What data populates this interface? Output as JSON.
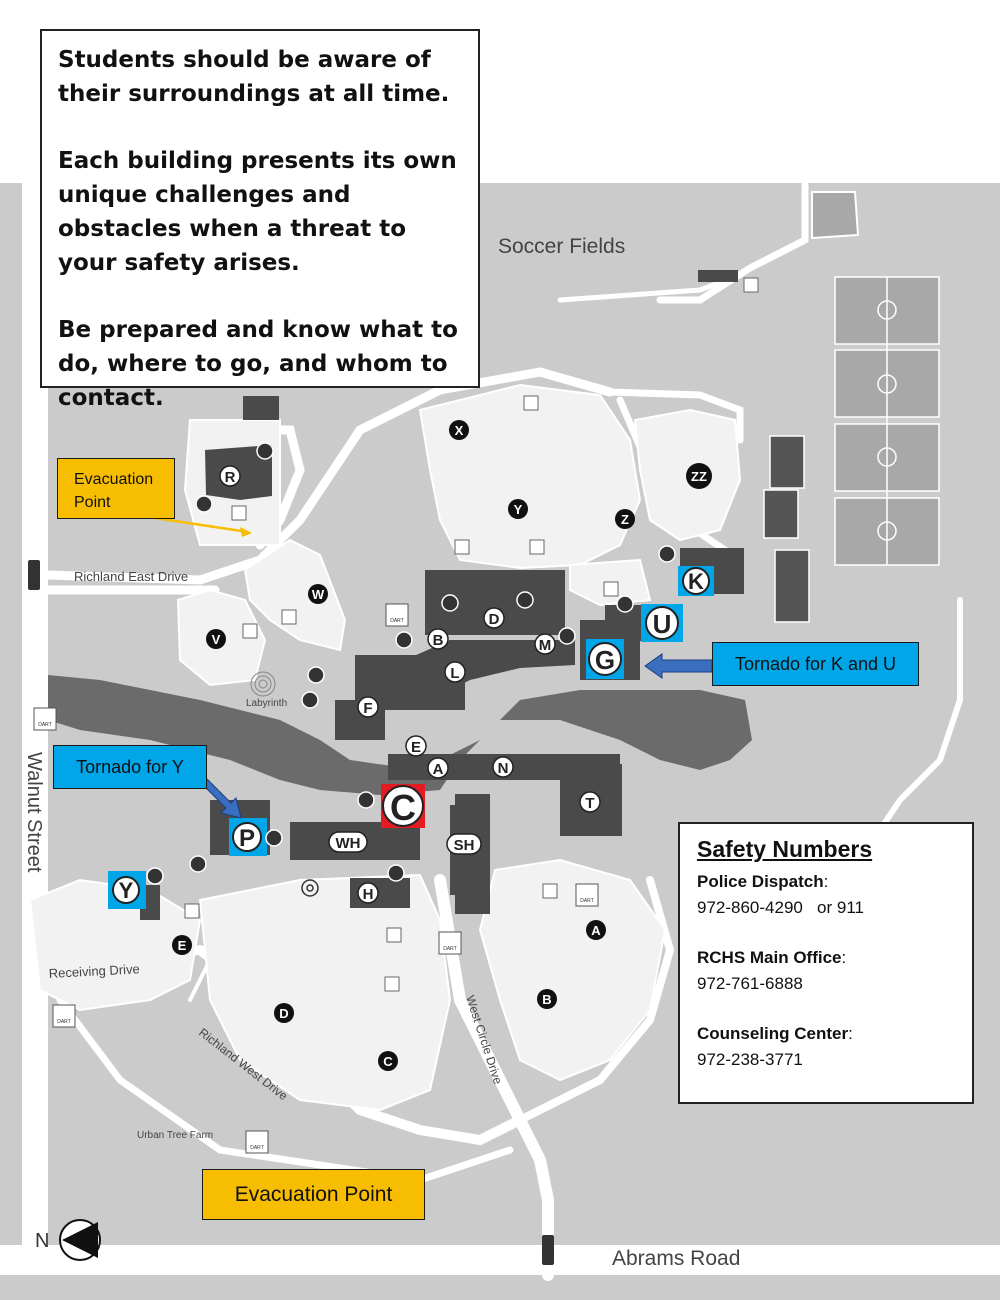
{
  "intro_box": {
    "paragraphs": [
      "Students should be aware of their surroundings at all time.",
      "Each building presents its own unique challenges and obstacles when a threat to your safety arises.",
      "Be prepared and know what to do, where to go, and whom to contact."
    ]
  },
  "callouts": {
    "evacuation_point_north": "Evacuation Point",
    "evacuation_point_south": "Evacuation Point",
    "tornado_k_u": "Tornado for K and U",
    "tornado_y": "Tornado for Y"
  },
  "safety_numbers": {
    "title": "Safety Numbers",
    "police_label": "Police Dispatch",
    "police_number": "972-860-4290   or 911",
    "office_label": "RCHS Main Office",
    "office_number": "972-761-6888",
    "counseling_label": "Counseling Center",
    "counseling_number": "972-238-3771"
  },
  "map_labels": {
    "soccer_fields": "Soccer Fields",
    "richland_east_drive": "Richland East Drive",
    "walnut_street": "Walnut Street",
    "receiving_drive": "Receiving Drive",
    "richland_west_drive": "Richland West Drive",
    "west_circle_drive": "West Circle Drive",
    "urban_tree_farm": "Urban Tree Farm",
    "abrams_road": "Abrams Road",
    "labyrinth": "Labyrinth",
    "dart": "DART",
    "north": "N"
  },
  "buildings": [
    "R",
    "B",
    "D",
    "M",
    "G",
    "K",
    "U",
    "L",
    "F",
    "E",
    "A",
    "N",
    "C",
    "T",
    "P",
    "WH",
    "SH",
    "H",
    "Y"
  ],
  "parking_lots": [
    "X",
    "ZZ",
    "Y",
    "Z",
    "W",
    "V",
    "E",
    "D",
    "C",
    "A",
    "B"
  ],
  "colors": {
    "callout_blue": "#00a6e8",
    "callout_yellow": "#f7bd00",
    "highlight_red": "#e31b23",
    "building_gray": "#4a4a4a",
    "water_gray": "#6b6b6b",
    "ground_gray": "#cbcbcb",
    "field_gray": "#a8a8a8"
  }
}
